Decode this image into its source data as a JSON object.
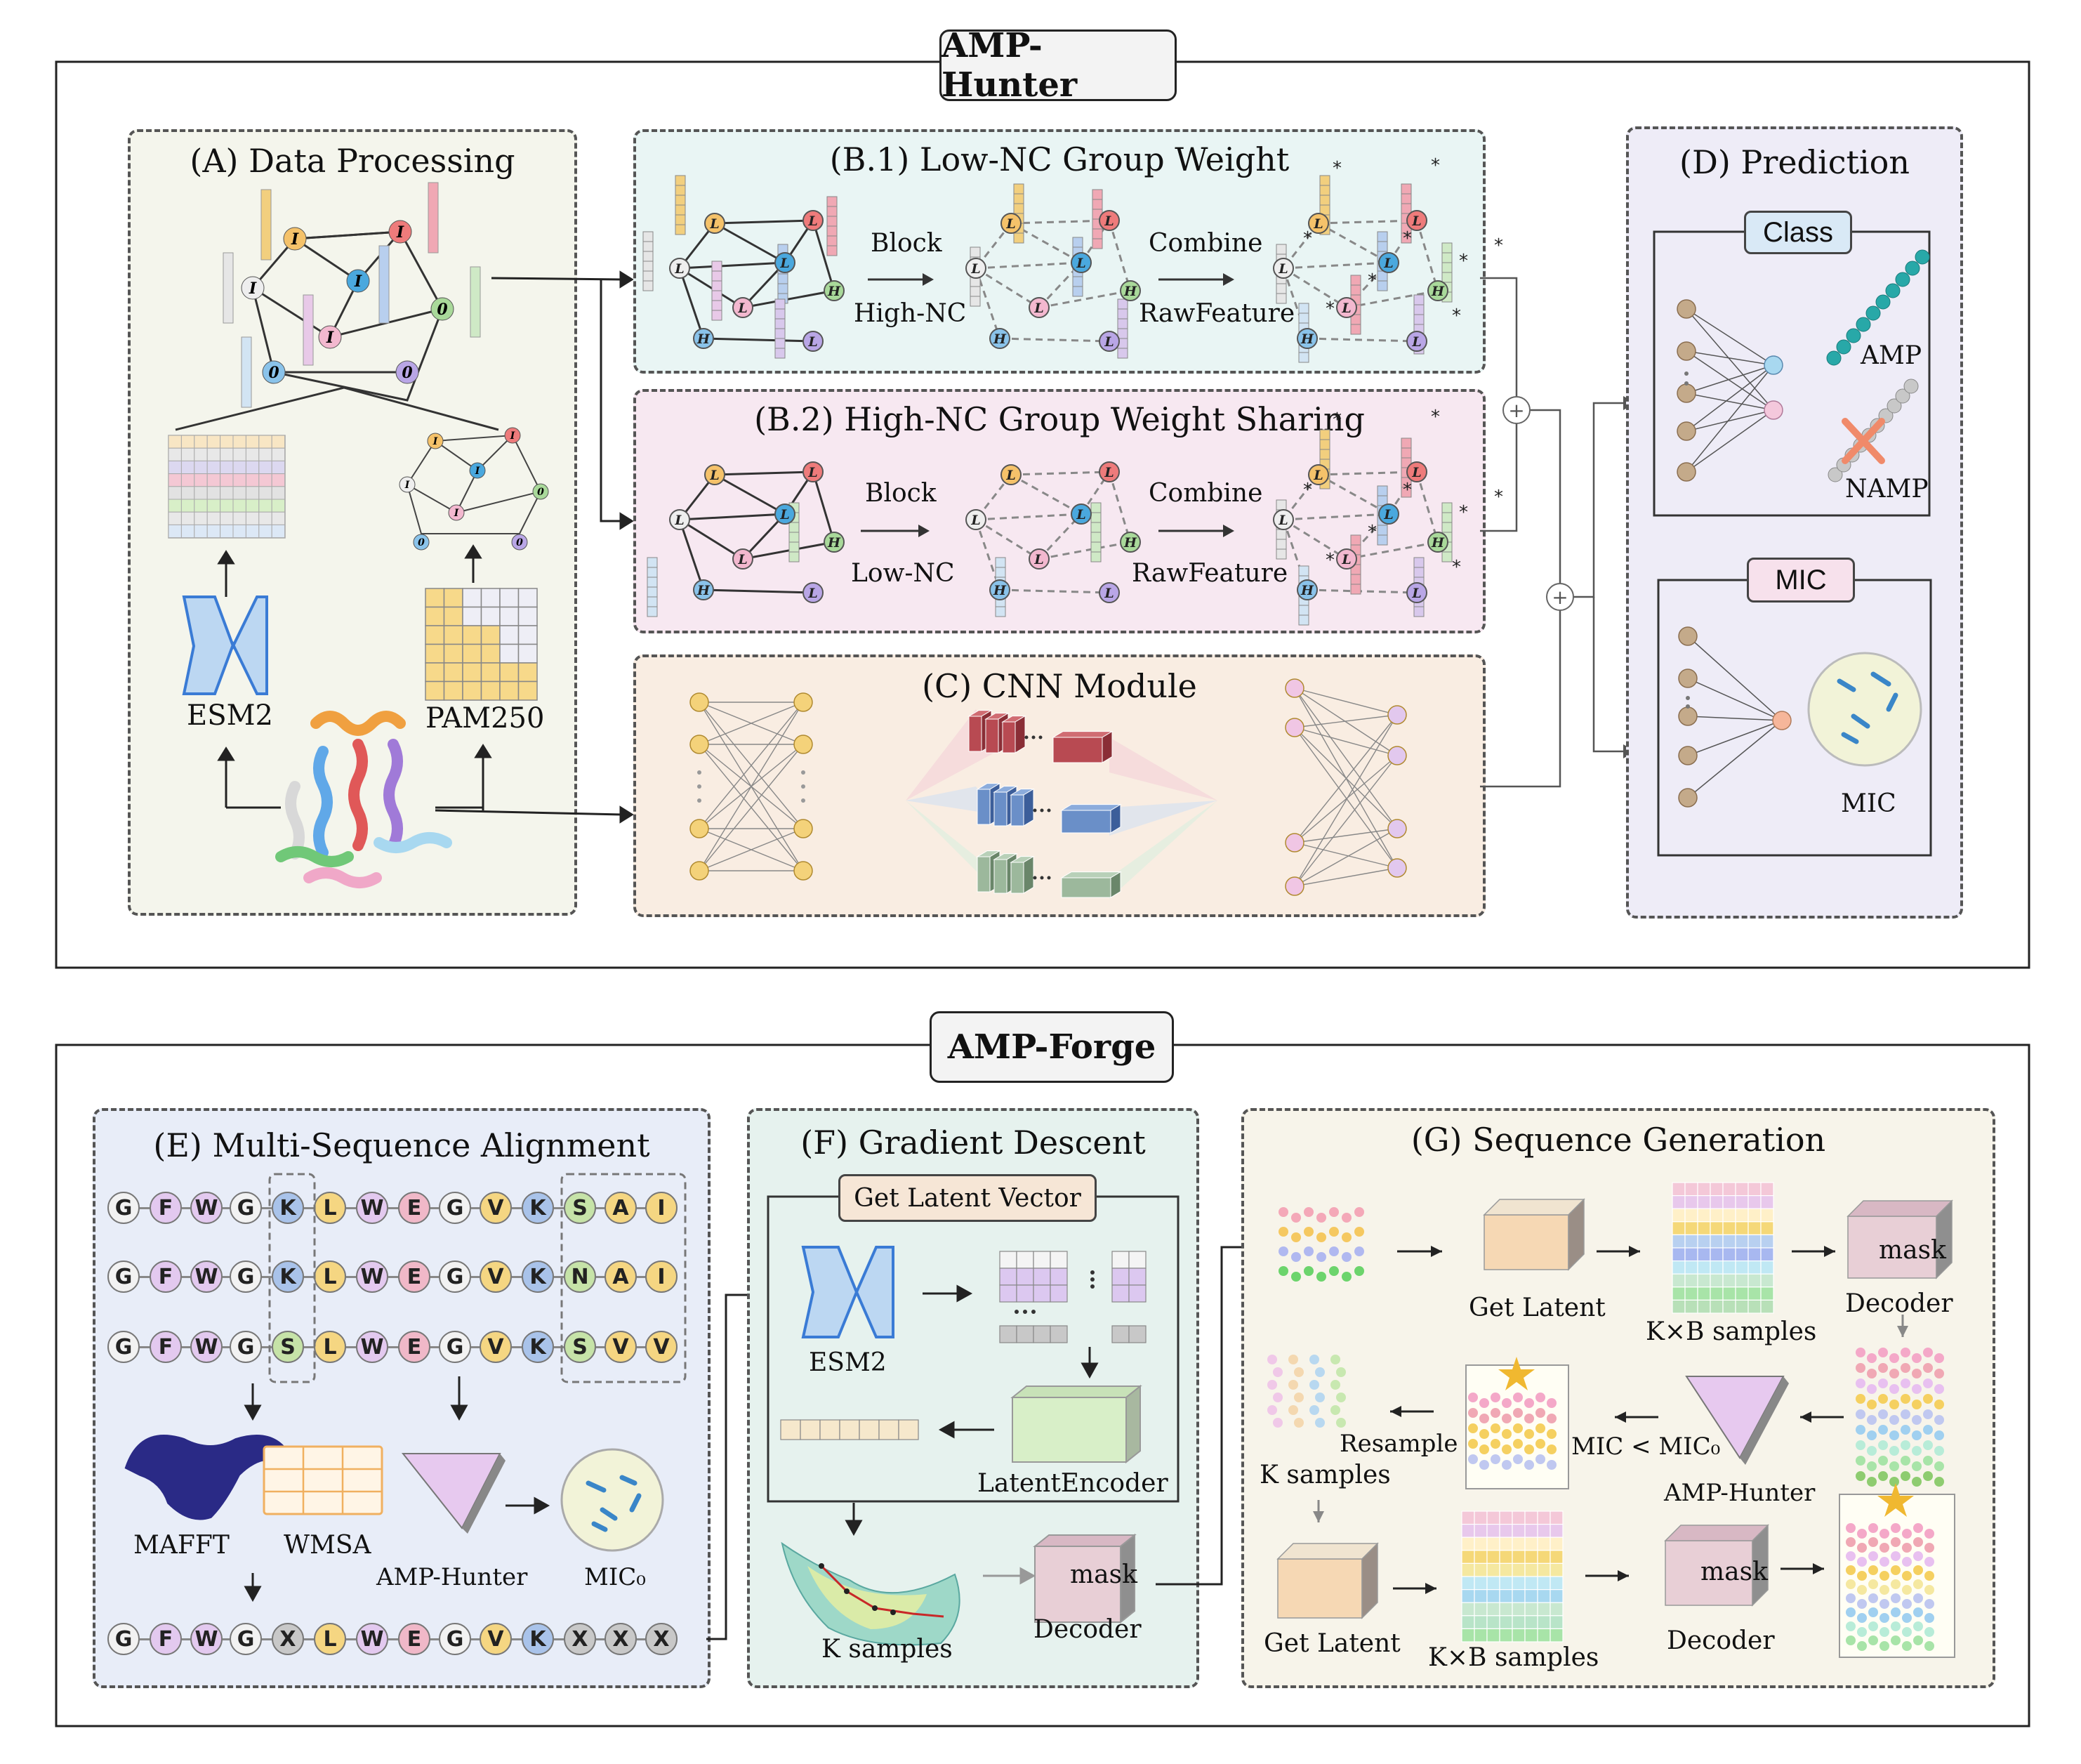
{
  "titles": {
    "hunter": "AMP-Hunter",
    "forge": "AMP-Forge"
  },
  "panels": {
    "a": "(A)  Data Processing",
    "b1": "(B.1)  Low-NC Group Weight",
    "b2": "(B.2)  High-NC Group Weight Sharing",
    "c": "(C)  CNN Module",
    "d": "(D)  Prediction",
    "e": "(E)  Multi-Sequence Alignment",
    "f": "(F)  Gradient Descent",
    "g": "(G)  Sequence Generation"
  },
  "panel_a": {
    "esm2": "ESM2",
    "pam250": "PAM250"
  },
  "panel_b1": {
    "block": "Block",
    "highnc": "High-NC",
    "combine": "Combine",
    "rawfeature": "RawFeature"
  },
  "panel_b2": {
    "block": "Block",
    "lownc": "Low-NC",
    "combine": "Combine",
    "rawfeature": "RawFeature"
  },
  "panel_d": {
    "class_tag": "Class",
    "amp": "AMP",
    "namp": "NAMP",
    "mic_tag": "MIC",
    "mic": "MIC"
  },
  "panel_e": {
    "rows": [
      [
        "G",
        "F",
        "W",
        "G",
        "K",
        "L",
        "W",
        "E",
        "G",
        "V",
        "K",
        "S",
        "A",
        "I"
      ],
      [
        "G",
        "F",
        "W",
        "G",
        "K",
        "L",
        "W",
        "E",
        "G",
        "V",
        "K",
        "N",
        "A",
        "I"
      ],
      [
        "G",
        "F",
        "W",
        "G",
        "S",
        "L",
        "W",
        "E",
        "G",
        "V",
        "K",
        "S",
        "V",
        "V"
      ]
    ],
    "result": [
      "G",
      "F",
      "W",
      "G",
      "X",
      "L",
      "W",
      "E",
      "G",
      "V",
      "K",
      "X",
      "X",
      "X"
    ],
    "mafft": "MAFFT",
    "wmsa": "WMSA",
    "amphunter": "AMP-Hunter",
    "mic0": "MIC₀"
  },
  "panel_f": {
    "get_latent_vector": "Get Latent Vector",
    "esm2": "ESM2",
    "latent_encoder": "LatentEncoder",
    "k_samples": "K samples",
    "mask": "mask",
    "decoder": "Decoder"
  },
  "panel_g": {
    "get_latent": "Get Latent",
    "kxb_samples": "K×B samples",
    "mask": "mask",
    "decoder": "Decoder",
    "resample": "Resample",
    "mic_cond": "MIC < MIC₀",
    "amphunter": "AMP-Hunter",
    "k_samples": "K samples",
    "get_latent2": "Get Latent",
    "kxb_samples2": "K×B samples",
    "mask2": "mask",
    "decoder2": "Decoder",
    "dots": "· · ·"
  },
  "colors": {
    "res_G": "#f2f2f2",
    "res_F": "#e3c9ef",
    "res_W": "#e3c9ef",
    "res_K": "#a9c3ea",
    "res_L": "#f5d682",
    "res_E": "#f0b8c8",
    "res_V": "#f5d682",
    "res_S": "#c6e3a8",
    "res_A": "#f5d682",
    "res_I": "#f5d682",
    "res_N": "#c6e3a8",
    "res_X": "#c8c8c8"
  }
}
